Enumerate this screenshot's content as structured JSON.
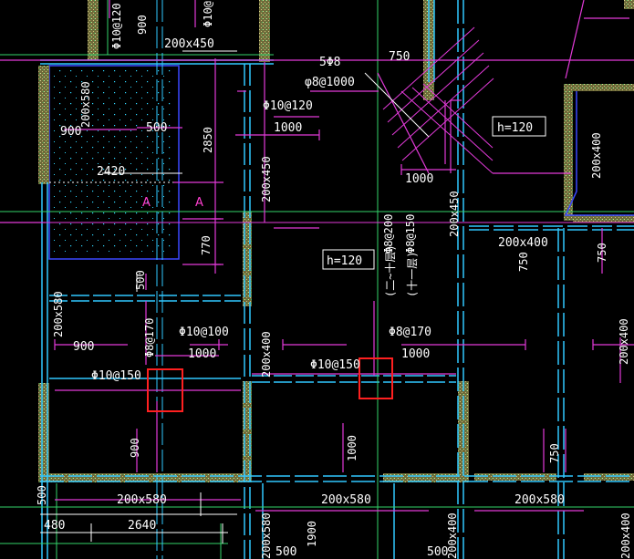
{
  "colors": {
    "background": "#000000",
    "grid_cyan": "#31c8ff",
    "grid_green": "#34d36a",
    "rebar_magenta": "#e23ad8",
    "wall_hatch": "#b9b36b",
    "blue_outline": "#3b49ff",
    "dots": "#2fd7ff",
    "highlight_red": "#ff2020",
    "text": "#ffffff"
  },
  "labels": {
    "l01": "Φ10@120",
    "l02": "900",
    "l03": "Φ10@",
    "l04": "200x450",
    "l05": "750",
    "l06": "5Φ8",
    "l07": "φ8@1000",
    "l08": "200x580",
    "l09": "Φ10@120",
    "l10": "1000",
    "l11": "900",
    "l12": "500",
    "l13": "2850",
    "l14": "2420",
    "l15": "A",
    "l16": "A",
    "l17": "200x450",
    "l18": "1000",
    "l19": "200x450",
    "l20": "Φ8@200",
    "l21": "Φ8@150",
    "l22": "(二~十层)",
    "l23": "(十一层)",
    "l24": "200x400",
    "l25": "750",
    "l26": "750",
    "l27": "770",
    "l28": "500",
    "l29": "200x400",
    "l30": "200x580",
    "l31": "900",
    "l32": "Φ8@170",
    "l33": "Φ10@100",
    "l34": "1000",
    "l35": "200x400",
    "l36": "Φ8@170",
    "l37": "1000",
    "l38": "200x400",
    "l39": "Φ10@150",
    "l40": "Φ10@150",
    "l41": "900",
    "l42": "1000",
    "l43": "750",
    "l44": "200x580",
    "l45": "200x580",
    "l46": "200x580",
    "l47": "500",
    "l48": "480",
    "l49": "2640",
    "l50": "200x580",
    "l51": "1900",
    "l52": "500",
    "l53": "500",
    "l54": "200x400",
    "l55": "200x400",
    "h1": "h=120",
    "h2": "h=120"
  }
}
